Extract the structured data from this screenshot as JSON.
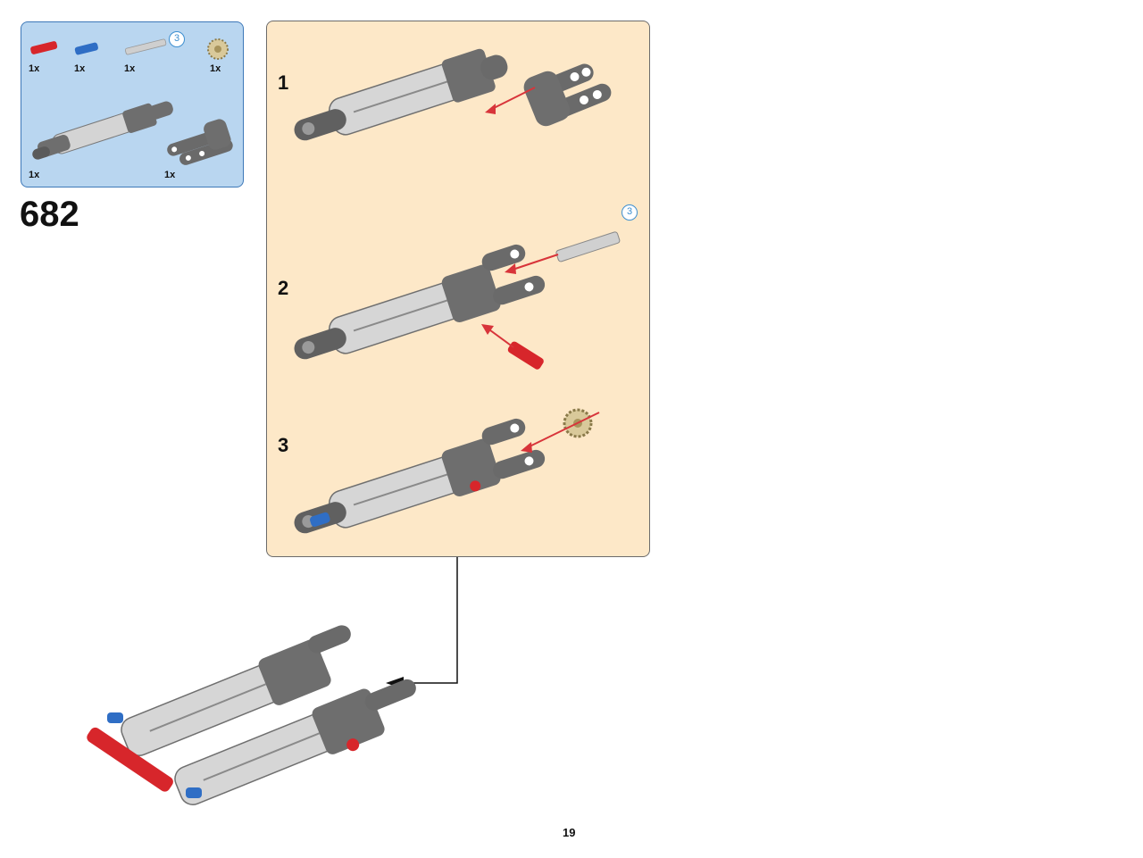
{
  "parts_list": {
    "items": [
      {
        "name": "red-axle-pin",
        "qty": "1x"
      },
      {
        "name": "blue-pin",
        "qty": "1x"
      },
      {
        "name": "grey-axle",
        "qty": "1x",
        "length": "3"
      },
      {
        "name": "tan-gear",
        "qty": "1x"
      },
      {
        "name": "pneumatic-cylinder",
        "qty": "1x"
      },
      {
        "name": "connector-block",
        "qty": "1x"
      }
    ]
  },
  "step_number": "682",
  "substeps": [
    {
      "num": "1"
    },
    {
      "num": "2",
      "axle_length": "3"
    },
    {
      "num": "3"
    }
  ],
  "page_number": "19",
  "colors": {
    "callout_bg": "#fde8c8",
    "parts_bg": "#b9d6f0",
    "arrow": "#d8343a"
  }
}
